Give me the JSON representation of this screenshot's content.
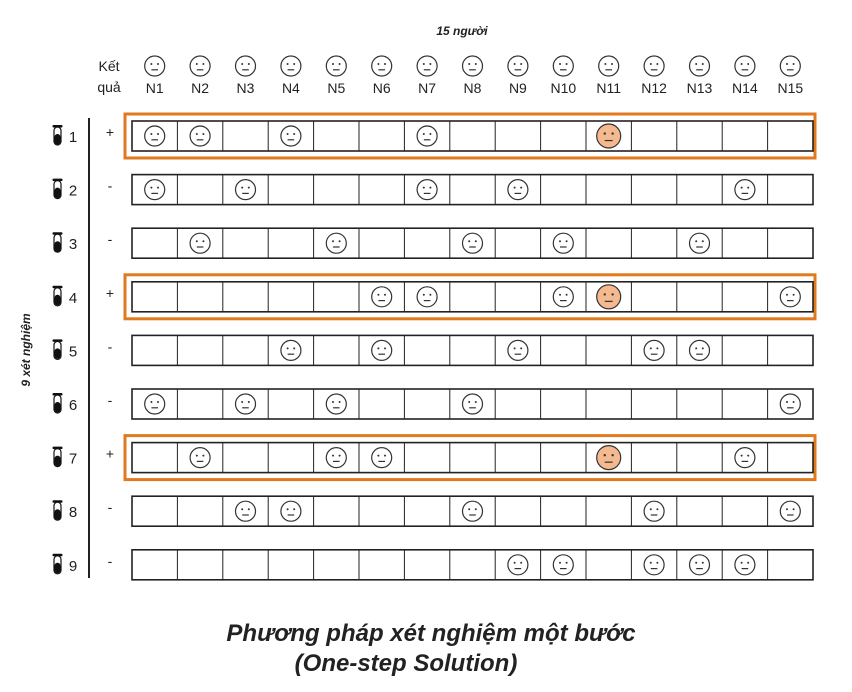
{
  "header": {
    "people_count": "15 người",
    "result_label_line1": "Kết",
    "result_label_line2": "quả"
  },
  "side_label": "9 xét nghiệm",
  "people": [
    "N1",
    "N2",
    "N3",
    "N4",
    "N5",
    "N6",
    "N7",
    "N8",
    "N9",
    "N10",
    "N11",
    "N12",
    "N13",
    "N14",
    "N15"
  ],
  "tests": [
    {
      "number": "1",
      "result": "+",
      "members": [
        1,
        2,
        4,
        7,
        11
      ],
      "positive_member": 11
    },
    {
      "number": "2",
      "result": "-",
      "members": [
        1,
        3,
        7,
        9,
        14
      ]
    },
    {
      "number": "3",
      "result": "-",
      "members": [
        2,
        5,
        8,
        10,
        13
      ]
    },
    {
      "number": "4",
      "result": "+",
      "members": [
        6,
        7,
        10,
        11,
        15
      ],
      "positive_member": 11
    },
    {
      "number": "5",
      "result": "-",
      "members": [
        4,
        6,
        9,
        12,
        13
      ]
    },
    {
      "number": "6",
      "result": "-",
      "members": [
        1,
        3,
        5,
        8,
        15
      ]
    },
    {
      "number": "7",
      "result": "+",
      "members": [
        2,
        5,
        6,
        11,
        14
      ],
      "positive_member": 11
    },
    {
      "number": "8",
      "result": "-",
      "members": [
        3,
        4,
        8,
        12,
        15
      ]
    },
    {
      "number": "9",
      "result": "-",
      "members": [
        9,
        10,
        12,
        13,
        14
      ]
    }
  ],
  "caption": {
    "line1": "Phương pháp xét nghiệm một bước",
    "line2": "(One-step Solution)"
  },
  "colors": {
    "highlight": "#E07A1F",
    "positive_face": "#F4B98F",
    "line": "#222222"
  }
}
